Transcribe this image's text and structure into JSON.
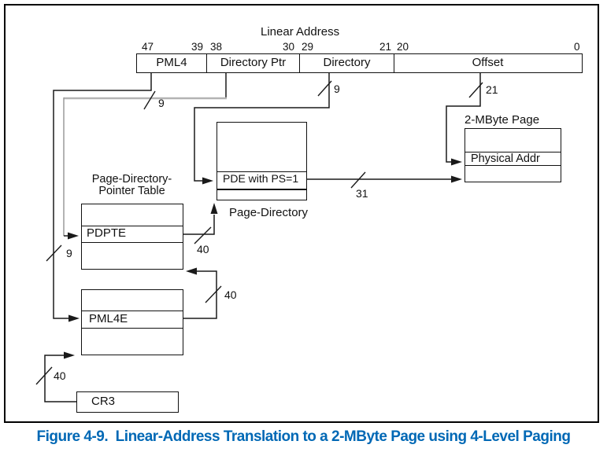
{
  "diagram": {
    "linear_address": {
      "title": "Linear Address",
      "bits": [
        "47",
        "39",
        "38",
        "30",
        "29",
        "21",
        "20",
        "0"
      ],
      "fields": [
        {
          "label": "PML4"
        },
        {
          "label": "Directory Ptr"
        },
        {
          "label": "Directory"
        },
        {
          "label": "Offset"
        }
      ]
    },
    "tables": {
      "pdpt": {
        "caption_line1": "Page-Directory-",
        "caption_line2": "Pointer Table",
        "entry": "PDPTE"
      },
      "page_directory": {
        "caption": "Page-Directory",
        "entry": "PDE with PS=1"
      },
      "pml4_table": {
        "entry": "PML4E"
      },
      "page": {
        "caption": "2-MByte Page",
        "entry": "Physical Addr"
      },
      "cr3": {
        "label": "CR3"
      }
    },
    "bus_widths": {
      "pml4_index": "9",
      "dirptr_index": "9",
      "directory_index": "9",
      "offset_bits": "21",
      "pdpte_out": "40",
      "pml4e_out": "40",
      "cr3_out": "40",
      "pde_out": "31"
    }
  },
  "caption": "Figure 4-9.  Linear-Address Translation to a 2-MByte Page using 4-Level Paging",
  "colors": {
    "caption_blue": "#0068b5",
    "wire_black": "#1a1a1a",
    "wire_gray": "#b3b3b3",
    "background": "#ffffff"
  }
}
